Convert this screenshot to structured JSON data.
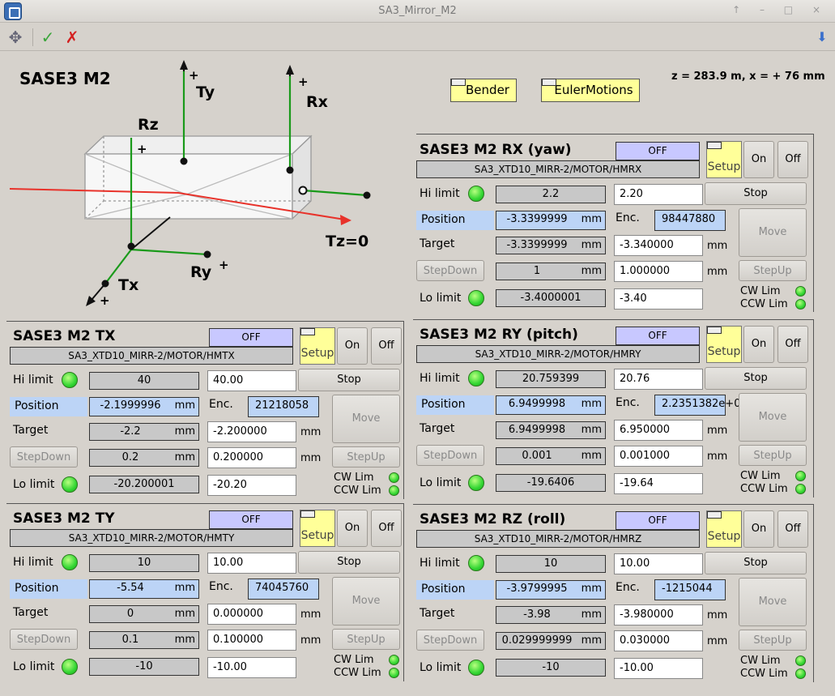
{
  "window": {
    "title": "SA3_Mirror_M2",
    "controls": "↑ – □ ×"
  },
  "toolbar": {
    "move_icon": "✥",
    "ok_icon": "✓",
    "cancel_icon": "✗",
    "down_icon": "⬇"
  },
  "header": {
    "title": "SASE3 M2",
    "coords": "z = 283.9 m, x = + 76 mm",
    "bender_label": "Bender",
    "euler_label": "EulerMotions"
  },
  "diagram": {
    "labels": {
      "ty": "Ty",
      "rx": "Rx",
      "rz": "Rz",
      "tz": "Tz=0",
      "ry": "Ry",
      "tx": "Tx",
      "plus": "+"
    }
  },
  "common": {
    "hi_limit": "Hi limit",
    "position": "Position",
    "target": "Target",
    "lo_limit": "Lo limit",
    "enc": "Enc.",
    "mm": "mm",
    "stop": "Stop",
    "move": "Move",
    "stepdown": "StepDown",
    "stepup": "StepUp",
    "setup": "Setup",
    "on": "On",
    "off": "Off",
    "cw_lim": "CW Lim",
    "ccw_lim": "CCW Lim"
  },
  "sections": [
    {
      "title": "SASE3 M2 RX (yaw)",
      "state": "OFF",
      "device": "SA3_XTD10_MIRR-2/MOTOR/HMRX",
      "hi_ro": "2.2",
      "hi_in": "2.20",
      "pos": "-3.3399999",
      "enc": "98447880",
      "target_ro": "-3.3399999",
      "target_in": "-3.340000",
      "step_ro": "1",
      "step_in": "1.000000",
      "lo_ro": "-3.4000001",
      "lo_in": "-3.40"
    },
    {
      "title": "SASE3 M2 TX",
      "state": "OFF",
      "device": "SA3_XTD10_MIRR-2/MOTOR/HMTX",
      "hi_ro": "40",
      "hi_in": "40.00",
      "pos": "-2.1999996",
      "enc": "21218058",
      "target_ro": "-2.2",
      "target_in": "-2.200000",
      "step_ro": "0.2",
      "step_in": "0.200000",
      "lo_ro": "-20.200001",
      "lo_in": "-20.20"
    },
    {
      "title": "SASE3 M2 RY (pitch)",
      "state": "OFF",
      "device": "SA3_XTD10_MIRR-2/MOTOR/HMRY",
      "hi_ro": "20.759399",
      "hi_in": "20.76",
      "pos": "6.9499998",
      "enc": "2.2351382e+0",
      "target_ro": "6.9499998",
      "target_in": "6.950000",
      "step_ro": "0.001",
      "step_in": "0.001000",
      "lo_ro": "-19.6406",
      "lo_in": "-19.64"
    },
    {
      "title": "SASE3 M2 TY",
      "state": "OFF",
      "device": "SA3_XTD10_MIRR-2/MOTOR/HMTY",
      "hi_ro": "10",
      "hi_in": "10.00",
      "pos": "-5.54",
      "enc": "74045760",
      "target_ro": "0",
      "target_in": "0.000000",
      "step_ro": "0.1",
      "step_in": "0.100000",
      "lo_ro": "-10",
      "lo_in": "-10.00"
    },
    {
      "title": "SASE3 M2 RZ (roll)",
      "state": "OFF",
      "device": "SA3_XTD10_MIRR-2/MOTOR/HMRZ",
      "hi_ro": "10",
      "hi_in": "10.00",
      "pos": "-3.9799995",
      "enc": "-1215044",
      "target_ro": "-3.98",
      "target_in": "-3.980000",
      "step_ro": "0.029999999",
      "step_in": "0.030000",
      "lo_ro": "-10",
      "lo_in": "-10.00"
    }
  ],
  "colors": {
    "led_on": "#33d633",
    "state_bg": "#c8c8ff",
    "setup_bg": "#ffff99",
    "position_bg": "#bcd4f6",
    "beam": "#e8322a",
    "axis": "#1a9a1a"
  }
}
